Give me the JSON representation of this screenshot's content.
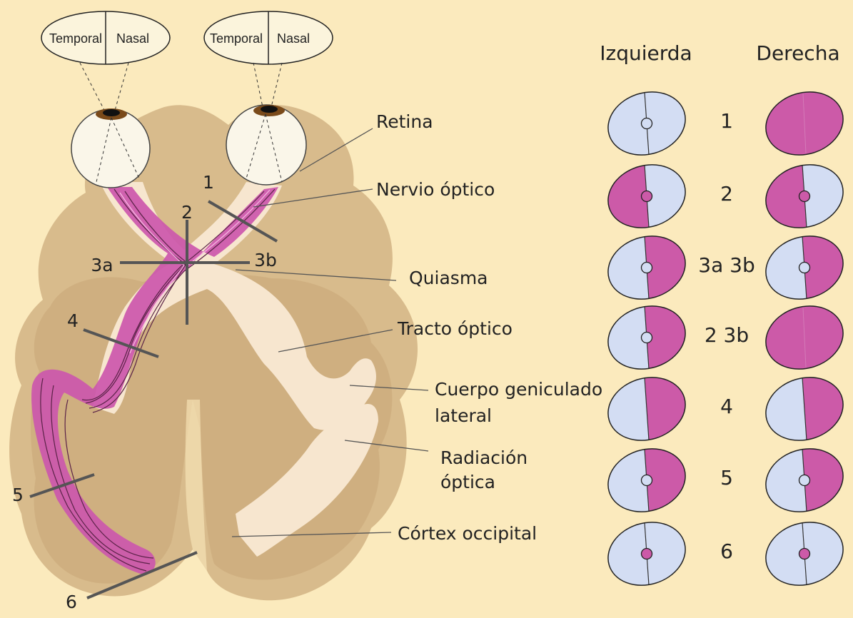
{
  "eyes": {
    "left": {
      "temporal": "Temporal",
      "nasal": "Nasal"
    },
    "right": {
      "temporal": "Temporal",
      "nasal": "Nasal"
    }
  },
  "labels": {
    "retina": "Retina",
    "optic_nerve": "Nervio óptico",
    "chiasm": "Quiasma",
    "optic_tract": "Tracto óptico",
    "lgn_line1": "Cuerpo geniculado",
    "lgn_line2": "lateral",
    "radiation_line1": "Radiación",
    "radiation_line2": "óptica",
    "occipital": "Córtex occipital"
  },
  "lesions": [
    "1",
    "2",
    "3a",
    "3b",
    "4",
    "5",
    "6"
  ],
  "fields": {
    "header_left": "Izquierda",
    "header_right": "Derecha",
    "rows": [
      {
        "label": "1",
        "left": "normal",
        "right": "full"
      },
      {
        "label": "2",
        "left": "temporal",
        "right": "temporal"
      },
      {
        "label": "3a 3b",
        "left": "nasal",
        "right": "nasal"
      },
      {
        "label": "2 3b",
        "left": "nasal",
        "right": "full"
      },
      {
        "label": "4",
        "left": "right-hemi",
        "right": "right-hemi"
      },
      {
        "label": "5",
        "left": "right-upper-quad",
        "right": "right-upper-quad"
      },
      {
        "label": "6",
        "left": "central",
        "right": "central"
      }
    ]
  },
  "colors": {
    "background": "#fbeabd",
    "brain": "#d8bb8c",
    "brain_inner": "#c9a677",
    "pathway": "#f7e6cf",
    "fiber_magenta": "#cc57ac",
    "field_normal": "#d3ddf3",
    "field_defect": "#cc5aa8"
  }
}
